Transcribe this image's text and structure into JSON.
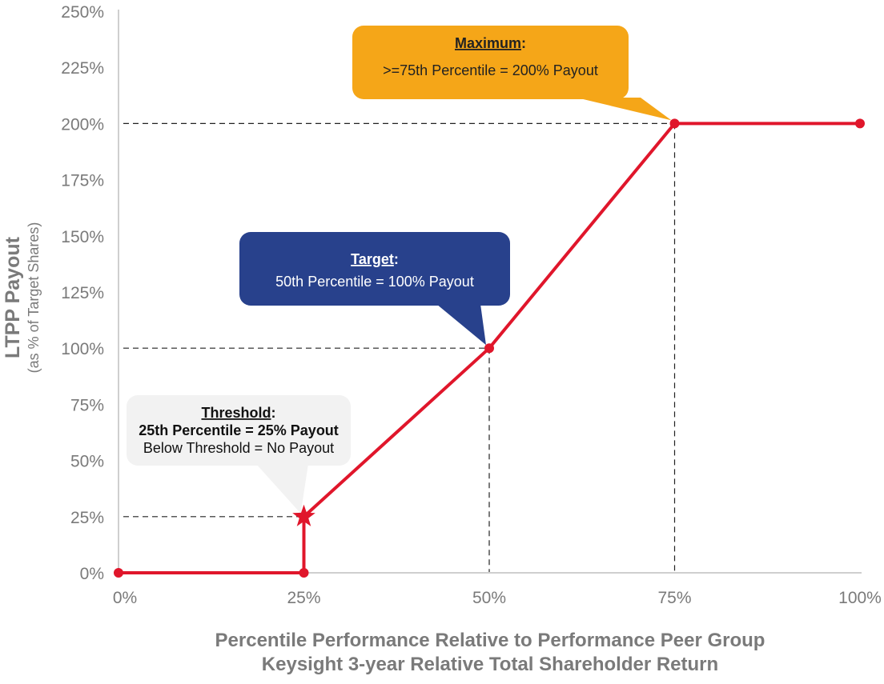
{
  "chart_data": {
    "type": "line",
    "title": "",
    "xlabel": [
      "Percentile Performance Relative to Performance Peer Group",
      "Keysight 3-year Relative Total Shareholder Return"
    ],
    "ylabel": "LTPP Payout",
    "ylabel_sub": "(as % of Target Shares)",
    "xlim": [
      0,
      100
    ],
    "ylim": [
      0,
      250
    ],
    "x_ticks": [
      0,
      25,
      50,
      75,
      100
    ],
    "x_tick_labels": [
      "0%",
      "25%",
      "50%",
      "75%",
      "100%"
    ],
    "y_ticks": [
      0,
      25,
      50,
      75,
      100,
      125,
      150,
      175,
      200,
      225,
      250
    ],
    "y_tick_labels": [
      "0%",
      "25%",
      "50%",
      "75%",
      "100%",
      "125%",
      "150%",
      "175%",
      "200%",
      "225%",
      "250%"
    ],
    "grid": false,
    "series": [
      {
        "name": "LTPP Payout",
        "color": "#E0162B",
        "x": [
          0,
          25,
          25,
          50,
          75,
          100
        ],
        "y": [
          0,
          0,
          25,
          100,
          200,
          200
        ],
        "markers": [
          "circle",
          "circle",
          "star",
          "circle",
          "circle",
          "circle"
        ]
      }
    ],
    "reference_lines": [
      {
        "x": 25,
        "y": 25
      },
      {
        "x": 50,
        "y": 100
      },
      {
        "x": 75,
        "y": 200
      }
    ],
    "annotations": [
      {
        "id": "maximum",
        "heading": "Maximum",
        "lines": [
          ">=75th Percentile = 200% Payout"
        ],
        "color": "#F5A618",
        "text_color": "#222222",
        "point": [
          75,
          200
        ]
      },
      {
        "id": "target",
        "heading": "Target",
        "lines": [
          "50th Percentile = 100% Payout"
        ],
        "color": "#28418C",
        "text_color": "#FFFFFF",
        "point": [
          50,
          100
        ]
      },
      {
        "id": "threshold",
        "heading": "Threshold",
        "lines": [
          "25th Percentile = 25% Payout",
          "Below Threshold = No Payout"
        ],
        "color": "#F2F2F2",
        "text_color": "#111111",
        "point": [
          25,
          25
        ]
      }
    ]
  }
}
